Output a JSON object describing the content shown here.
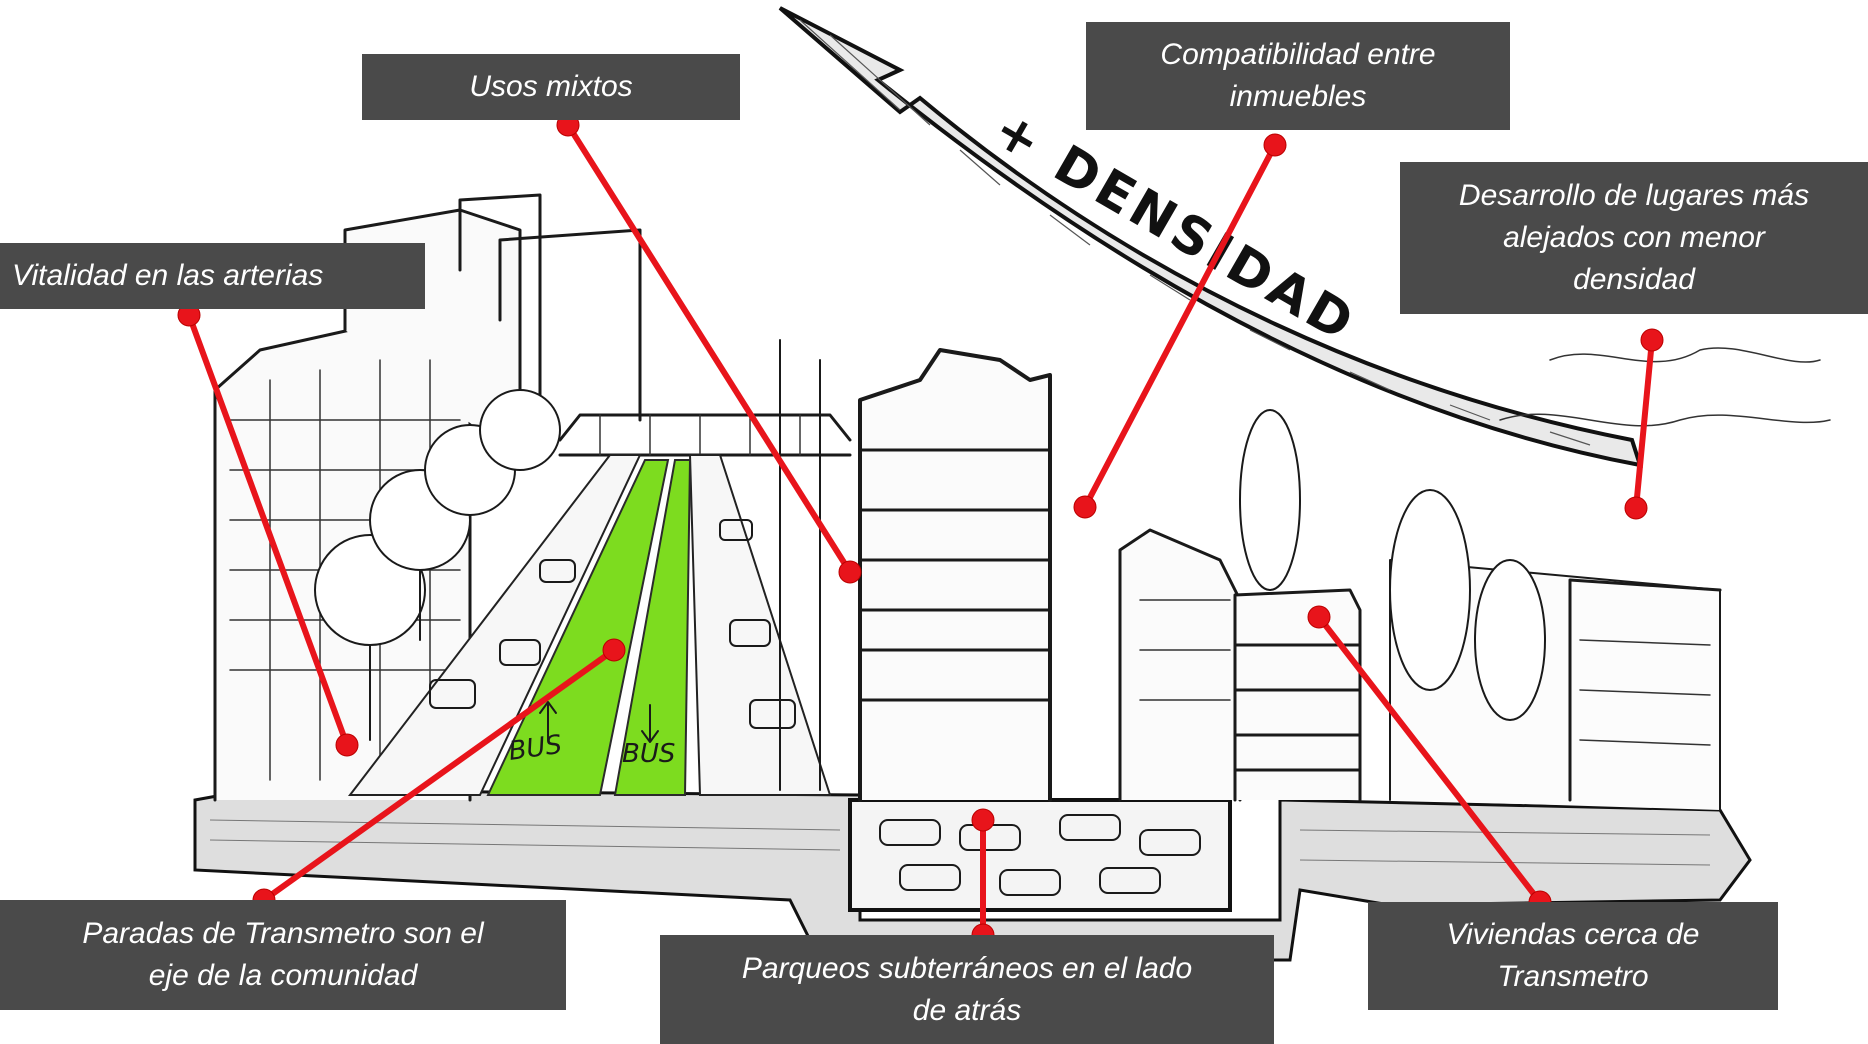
{
  "arrow": {
    "text": "+ DENSIDAD"
  },
  "bus_lanes": {
    "left_label": "BUS",
    "right_label": "BUS"
  },
  "labels": {
    "usos_mixtos": "Usos mixtos",
    "compatibilidad": [
      "Compatibilidad entre",
      "inmuebles"
    ],
    "vitalidad": "Vitalidad en las arterias",
    "desarrollo": [
      "Desarrollo de lugares más",
      "alejados con menor",
      "densidad"
    ],
    "paradas": [
      "Paradas de Transmetro son el",
      "eje de la comunidad"
    ],
    "parqueos": [
      "Parqueos subterráneos  en el lado",
      "de atrás"
    ],
    "viviendas": [
      "Viviendas cerca de",
      "Transmetro"
    ]
  },
  "colors": {
    "label_background": "#4a4a4a",
    "label_text": "#ffffff",
    "leader_line": "#e8141b",
    "bus_lane": "#7ddc1f"
  }
}
